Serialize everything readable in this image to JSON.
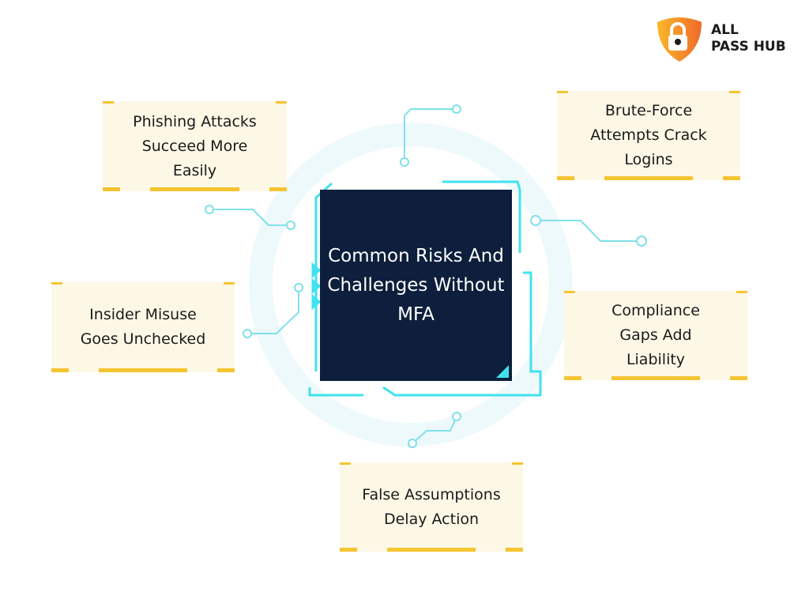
{
  "logo": {
    "line1": "ALL",
    "line2": "PASS HUB"
  },
  "center": {
    "title": "Common Risks And Challenges Without MFA"
  },
  "cards": [
    {
      "text": "Phishing Attacks Succeed More Easily"
    },
    {
      "text": "Brute-Force Attempts Crack Logins"
    },
    {
      "text": "Insider Misuse Goes Unchecked"
    },
    {
      "text": "Compliance Gaps Add Liability"
    },
    {
      "text": "False Assumptions Delay Action"
    }
  ],
  "colors": {
    "accent": "#3fe3ee",
    "center_bg": "#0d1f3c",
    "card_bg": "#fdf8e6",
    "card_border": "#f5c431"
  }
}
